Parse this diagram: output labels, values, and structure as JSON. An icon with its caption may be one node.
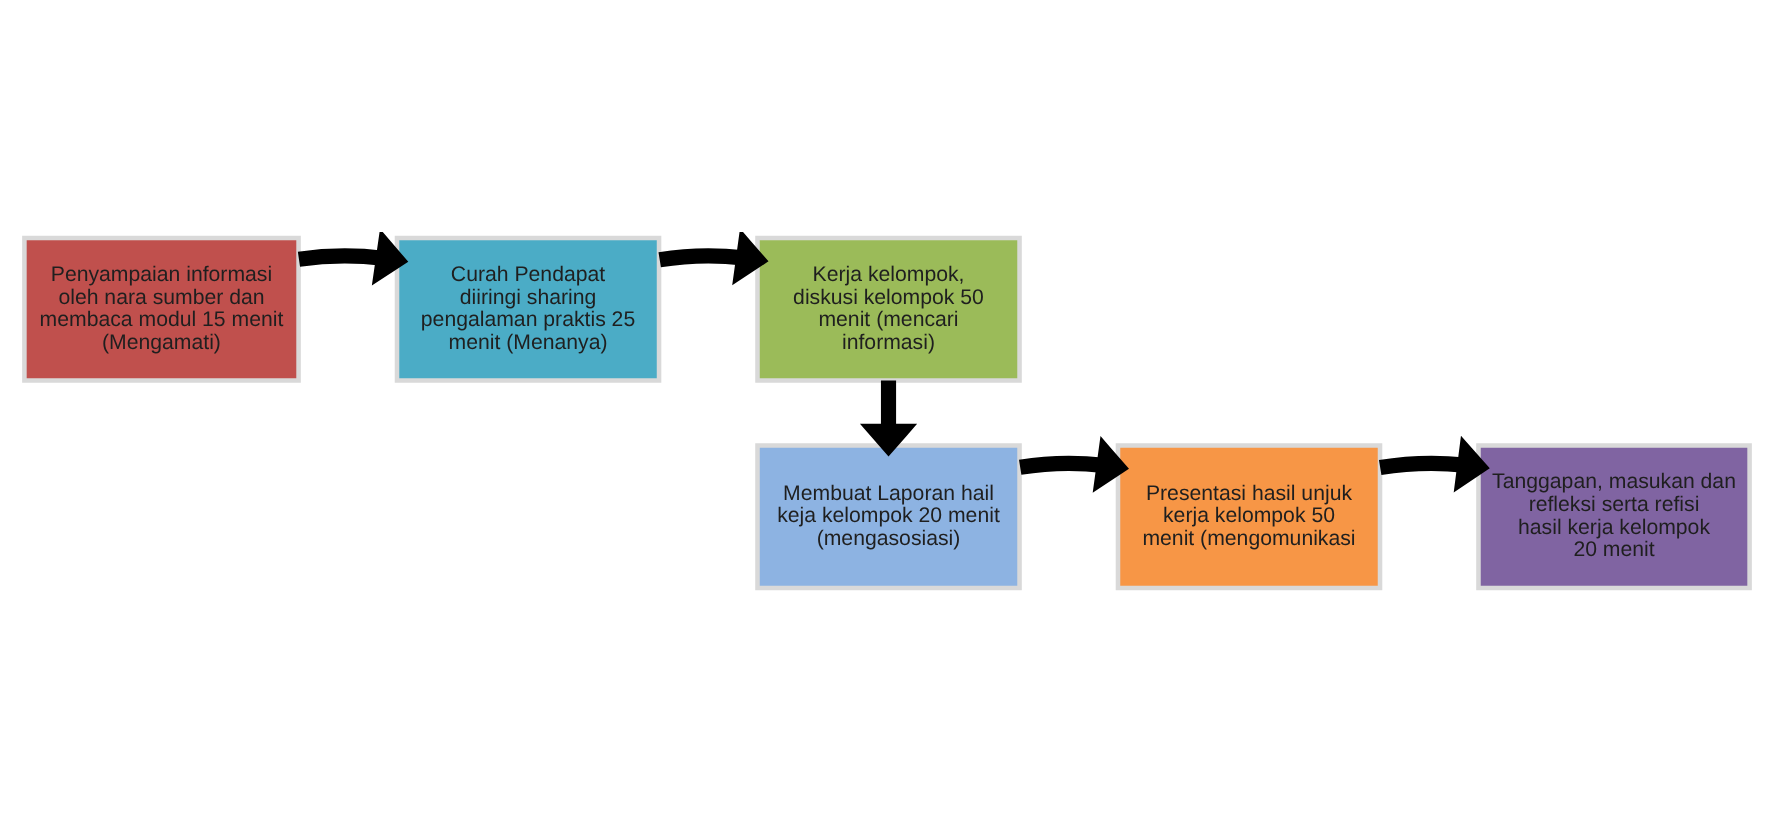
{
  "diagram": {
    "nodes": [
      {
        "text": [
          "Penyampaian informasi oleh nara sumber dan membaca modul 15 menit (Mengamati)"
        ]
      },
      {
        "text": [
          "Curah Pendapat diiringi sharing pengalaman praktis 25 menit (Menanya)"
        ]
      },
      {
        "text": [
          "Kerja kelompok, diskusi kelompok 50 menit (mencari informasi)"
        ]
      },
      {
        "text": [
          "Membuat Laporan hail keja kelompok 20 menit (mengasosiasi)"
        ]
      },
      {
        "text": [
          "Presentasi hasil unjuk kerja kelompok 50 menit (mengomunikasi"
        ]
      },
      {
        "text": [
          "Tanggapan, masukan dan refleksi serta refisi hasil kerja kelompok 20 menit"
        ]
      }
    ],
    "edges": [
      {
        "from": 0,
        "to": 1,
        "arrow": "to"
      },
      {
        "from": 1,
        "to": 2,
        "arrow": "to"
      },
      {
        "from": 2,
        "to": 3,
        "arrow": "to"
      },
      {
        "from": 3,
        "to": 4,
        "arrow": "to"
      },
      {
        "from": 4,
        "to": 5,
        "arrow": "to"
      }
    ]
  }
}
